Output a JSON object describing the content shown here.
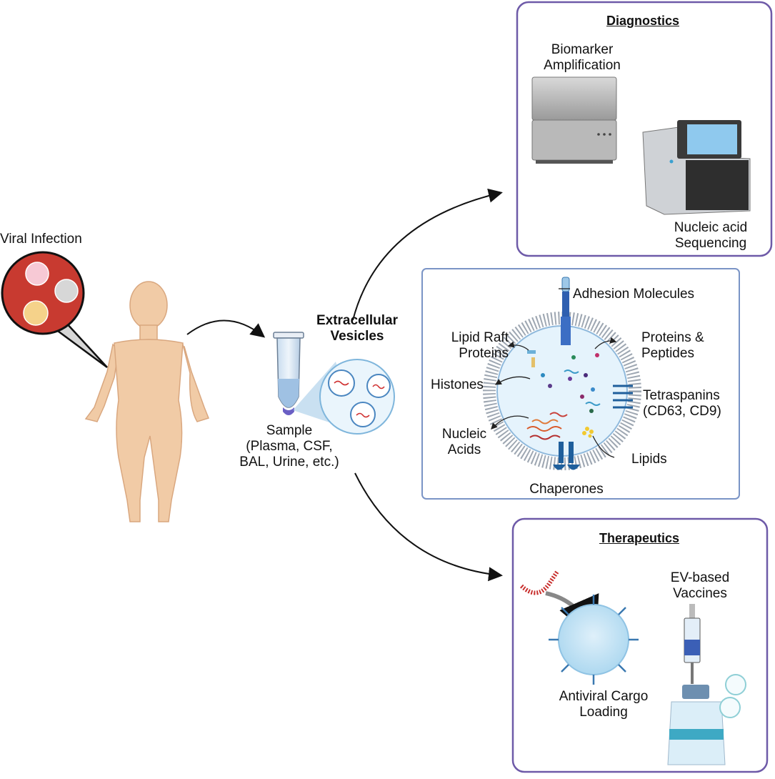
{
  "labels": {
    "viral_infection": "Viral Infection",
    "extracellular_vesicles": "Extracellular\nVesicles",
    "sample": "Sample\n(Plasma, CSF,\nBAL, Urine, etc.)"
  },
  "diagnostics": {
    "title": "Diagnostics",
    "biomarker": "Biomarker\nAmplification",
    "sequencing": "Nucleic acid\nSequencing"
  },
  "vesicle": {
    "adhesion": "Adhesion Molecules",
    "lipid_raft": "Lipid Raft\nProteins",
    "proteins": "Proteins &\nPeptides",
    "histones": "Histones",
    "tetraspanins": "Tetraspanins\n(CD63, CD9)",
    "nucleic_acids": "Nucleic\nAcids",
    "lipids": "Lipids",
    "chaperones": "Chaperones"
  },
  "therapeutics": {
    "title": "Therapeutics",
    "vaccines": "EV-based\nVaccines",
    "cargo": "Antiviral Cargo\nLoading"
  },
  "colors": {
    "panel_border": "#6e5aa8",
    "vesicle_border": "#7a94c6",
    "skin": "#f1cba6",
    "infection_red": "#c83a30",
    "vesicle_blue": "#a9d6ef",
    "receptor_blue": "#3a78b0"
  }
}
